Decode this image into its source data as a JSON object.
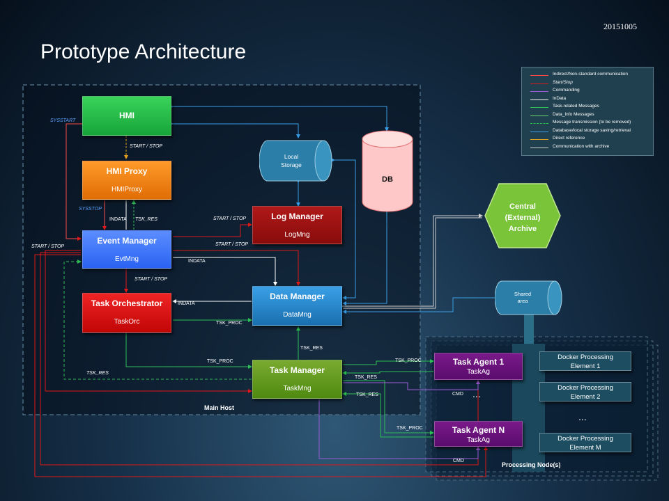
{
  "date": "20151005",
  "title": "Prototype Architecture",
  "main_host_label": "Main Host",
  "processing_node_label": "Processing Node(s)",
  "components": {
    "hmi": {
      "title": "HMI",
      "sub": ""
    },
    "hmi_proxy": {
      "title": "HMI Proxy",
      "sub": "HMIProxy"
    },
    "event_manager": {
      "title": "Event Manager",
      "sub": "EvtMng"
    },
    "task_orchestrator": {
      "title": "Task Orchestrator",
      "sub": "TaskOrc"
    },
    "log_manager": {
      "title": "Log Manager",
      "sub": "LogMng"
    },
    "data_manager": {
      "title": "Data Manager",
      "sub": "DataMng"
    },
    "task_manager": {
      "title": "Task Manager",
      "sub": "TaskMng"
    },
    "task_agent_1": {
      "title": "Task Agent 1",
      "sub": "TaskAg"
    },
    "task_agent_n": {
      "title": "Task Agent N",
      "sub": "TaskAg"
    },
    "local_storage": {
      "line1": "Local",
      "line2": "Storage"
    },
    "db": {
      "title": "DB"
    },
    "central_archive": {
      "line1": "Central",
      "line2": "(External)",
      "line3": "Archive"
    },
    "shared_area": {
      "line1": "Shared",
      "line2": "area"
    }
  },
  "docker": [
    {
      "line1": "Docker Processing",
      "line2": "Element 1"
    },
    {
      "line1": "Docker Processing",
      "line2": "Element 2"
    },
    {
      "line1": "Docker Processing",
      "line2": "Element M"
    }
  ],
  "ellipses": [
    "...",
    "..."
  ],
  "labels": {
    "sysstart": "SYSSTART",
    "sysstop": "SYSSTOP",
    "start_stop": "START / STOP",
    "indata": "INDATA",
    "tsk_res": "TSK_RES",
    "tsk_proc": "TSK_PROC",
    "cmd": "CMD"
  },
  "legend": [
    {
      "text": "Indirect/Non-standard communication",
      "color": "#ff4a4a",
      "style": "solid"
    },
    {
      "text": "Start/Stop",
      "color": "#e01818",
      "style": "solid"
    },
    {
      "text": "Commanding",
      "color": "#9a5ad6",
      "style": "solid"
    },
    {
      "text": "InData",
      "color": "#ffffff",
      "style": "solid"
    },
    {
      "text": "Task-related Messages",
      "color": "#2dbf55",
      "style": "solid"
    },
    {
      "text": "Data_Info Messages",
      "color": "#6ad66a",
      "style": "solid"
    },
    {
      "text": "Message transmission (to be removed)",
      "color": "#2dbf55",
      "style": "dashed"
    },
    {
      "text": "Database/local storage saving/retrieval",
      "color": "#3a9ee6",
      "style": "solid"
    },
    {
      "text": "Direct reference",
      "color": "#e0a020",
      "style": "solid"
    },
    {
      "text": "Communication with archive",
      "color": "#d0d0d0",
      "style": "solid"
    }
  ]
}
